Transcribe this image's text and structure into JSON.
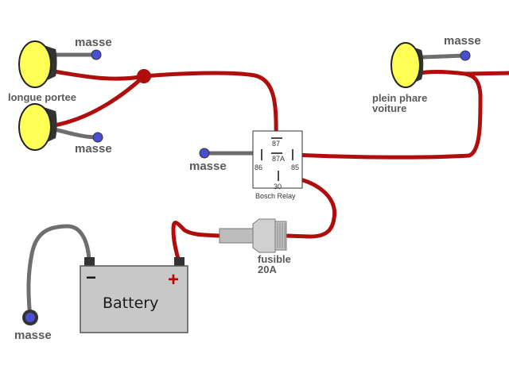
{
  "labels": {
    "masse_top_left": "masse",
    "masse_mid_left": "masse",
    "masse_relay": "masse",
    "masse_battery": "masse",
    "masse_top_right": "masse",
    "longue_portee": "longue portee",
    "plein_phare_line1": "plein phare",
    "plein_phare_line2": "voiture",
    "fusible_line1": "fusible",
    "fusible_line2": "20A"
  },
  "relay": {
    "pin_87": "87",
    "pin_87a": "87A",
    "pin_86": "86",
    "pin_85": "85",
    "pin_30": "30",
    "name": "Bosch Relay"
  },
  "battery": {
    "label": "Battery",
    "minus": "−",
    "plus": "+"
  },
  "colors": {
    "wire_power": "#b00d0d",
    "wire_ground": "#6e6e6e",
    "ground_dot": "#4a4fd0",
    "lamp_glass": "#ffff55",
    "battery_body": "#c8c8c8"
  },
  "icons": [
    "fog-lamp-icon",
    "headlight-icon",
    "relay-icon",
    "fuse-icon",
    "battery-icon",
    "ground-terminal-icon"
  ]
}
